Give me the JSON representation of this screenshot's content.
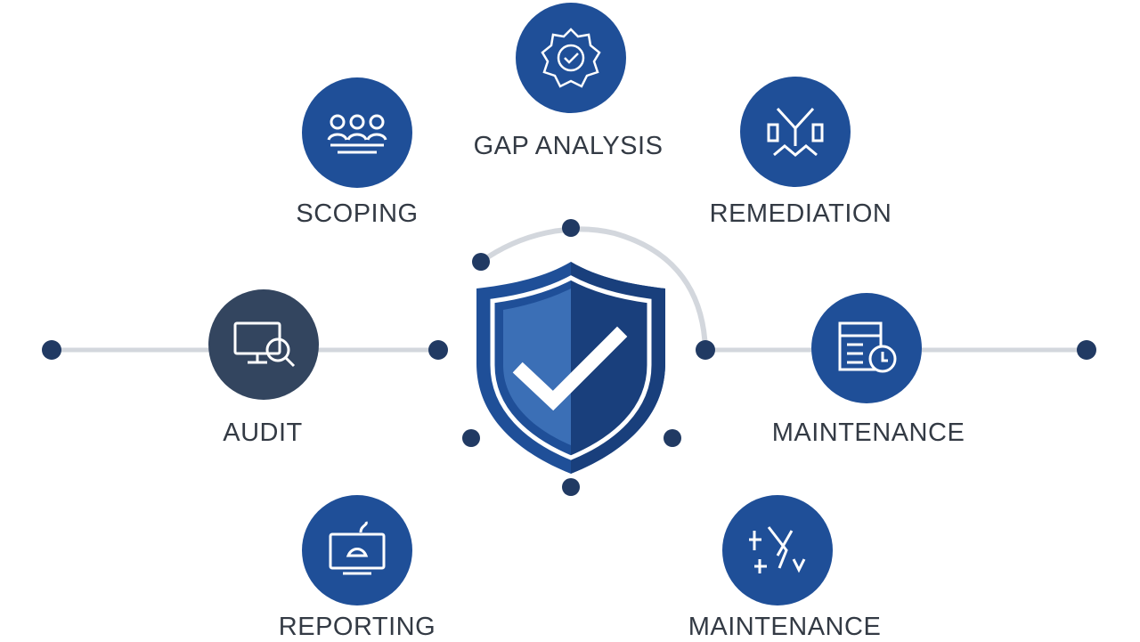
{
  "stages": [
    {
      "id": "gap-analysis",
      "label": "GAP ANALYSIS",
      "icon": "badge-check-icon",
      "color": "#1f4f98"
    },
    {
      "id": "scoping",
      "label": "SCOPING",
      "icon": "team-icon",
      "color": "#1f4f98"
    },
    {
      "id": "remediation",
      "label": "REMEDIATION",
      "icon": "workflow-icon",
      "color": "#1f4f98"
    },
    {
      "id": "audit",
      "label": "AUDIT",
      "icon": "monitor-magnifier-icon",
      "color": "#33455f"
    },
    {
      "id": "maintenance-right",
      "label": "MAINTENANCE",
      "icon": "checklist-clock-icon",
      "color": "#1f4f98"
    },
    {
      "id": "reporting",
      "label": "REPORTING",
      "icon": "monitor-report-icon",
      "color": "#1f4f98"
    },
    {
      "id": "maintenance-bottom",
      "label": "MAINTENANCE",
      "icon": "tools-icon",
      "color": "#1f4f98"
    }
  ],
  "center": {
    "icon": "shield-check-icon",
    "colors": [
      "#1f4f98",
      "#3b6fb6",
      "#ffffff"
    ]
  },
  "connector_color": "#d3d7dd",
  "dot_color": "#213a63"
}
